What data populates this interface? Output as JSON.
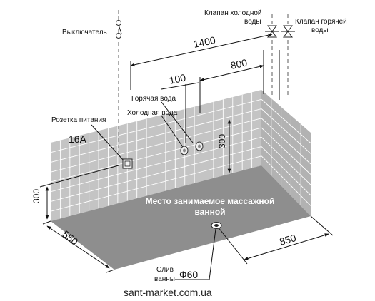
{
  "labels": {
    "switch": "Выключатель",
    "cold_valve": [
      "Клапан холодной",
      "воды"
    ],
    "hot_valve": [
      "Клапан горячей",
      "воды"
    ],
    "hot_water": "Горячая вода",
    "cold_water": "Холодная вода",
    "socket": "Розетка питания",
    "amperage": "16A",
    "center": [
      "Место занимаемое массажной",
      "ванной"
    ],
    "drain": [
      "Слив",
      "ванны"
    ],
    "drain_diameter": "Ф60",
    "watermark": "sant-market.com.ua"
  },
  "dimensions": {
    "width_total": "1400",
    "to_valve": "800",
    "pipe_gap": "100",
    "outlet_height": "300",
    "socket_height": "300",
    "depth": "550",
    "drain_offset": "850"
  },
  "colors": {
    "wall": "#c4c4c4",
    "wall_side": "#b2b2b2",
    "floor": "#8e8e8e",
    "grid": "#ffffff"
  }
}
